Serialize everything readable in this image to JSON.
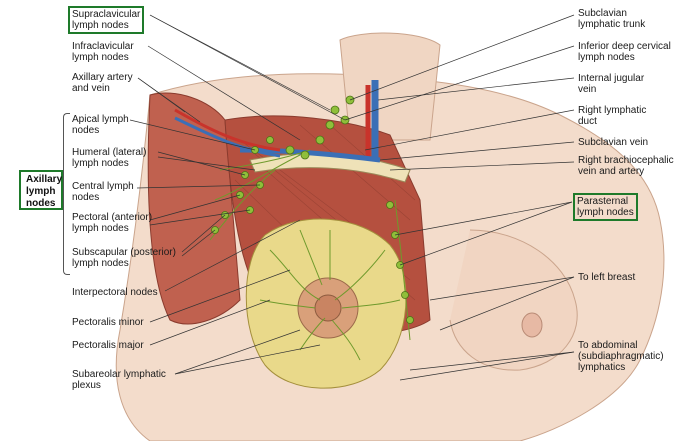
{
  "labels_left": {
    "supraclavicular": "Supraclavicular\nlymph nodes",
    "infraclavicular": "Infraclavicular\nlymph nodes",
    "axillary_artery": "Axillary artery\nand vein",
    "apical": "Apical lymph\nnodes",
    "humeral": "Humeral (lateral)\nlymph nodes",
    "central": "Central lymph\nnodes",
    "pectoral": "Pectoral (anterior)\nlymph nodes",
    "subscapular": "Subscapular (posterior)\nlymph nodes",
    "interpectoral": "Interpectoral nodes",
    "pectoralis_minor": "Pectoralis minor",
    "pectoralis_major": "Pectoralis major",
    "subareolar": "Subareolar lymphatic\nplexus"
  },
  "axillary_group": "Axillary\nlymph\nnodes",
  "labels_right": {
    "subclavian_trunk": "Subclavian\nlymphatic trunk",
    "inferior_cervical": "Inferior deep cervical\nlymph nodes",
    "internal_jugular": "Internal jugular\nvein",
    "right_lymphatic_duct": "Right lymphatic\nduct",
    "subclavian_vein": "Subclavian vein",
    "brachiocephalic": "Right brachiocephalic\nvein and artery",
    "parasternal": "Parasternal\nlymph nodes",
    "to_left_breast": "To left breast",
    "abdominal": "To abdominal\n(subdiaphragmatic)\nlymphatics"
  },
  "colors": {
    "label_box": "#1e7a2a",
    "muscle": "#c0614f",
    "breast_tissue": "#e9d98a",
    "skin": "#f3dccb",
    "vein": "#3b6fb6",
    "artery": "#c9332b",
    "lymph_node": "#8fbf3a"
  }
}
